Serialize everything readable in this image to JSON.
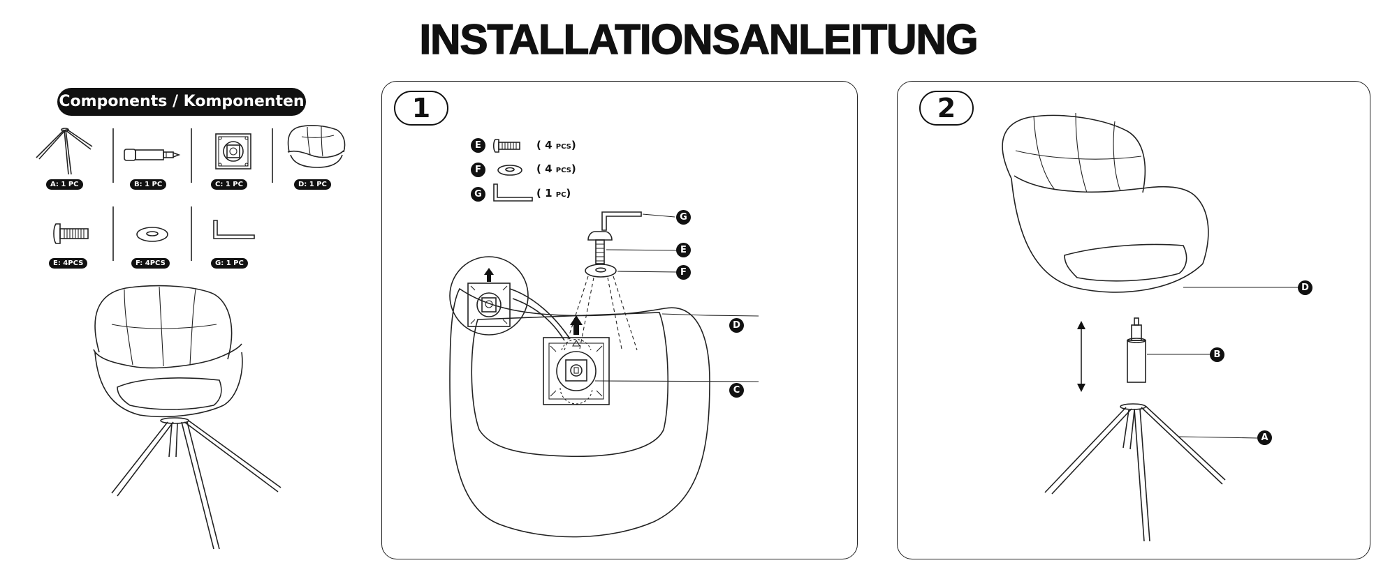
{
  "title": "INSTALLATIONSANLEITUNG",
  "components": {
    "header": "Components / Komponenten",
    "items": [
      {
        "label": "A: 1 PC"
      },
      {
        "label": "B: 1 PC"
      },
      {
        "label": "C: 1 PC"
      },
      {
        "label": "D: 1 PC"
      },
      {
        "label": "E: 4PCS"
      },
      {
        "label": "F: 4PCS"
      },
      {
        "label": "G: 1 PC"
      }
    ]
  },
  "step1": {
    "number": "1",
    "hardware": [
      {
        "letter": "E",
        "count": "4",
        "unit": "PCS"
      },
      {
        "letter": "F",
        "count": "4",
        "unit": "PCS"
      },
      {
        "letter": "G",
        "count": "1",
        "unit": "PC"
      }
    ],
    "callouts": {
      "g": "G",
      "e": "E",
      "f": "F",
      "d": "D",
      "c": "C"
    }
  },
  "step2": {
    "number": "2",
    "callouts": {
      "d": "D",
      "b": "B",
      "a": "A"
    }
  }
}
